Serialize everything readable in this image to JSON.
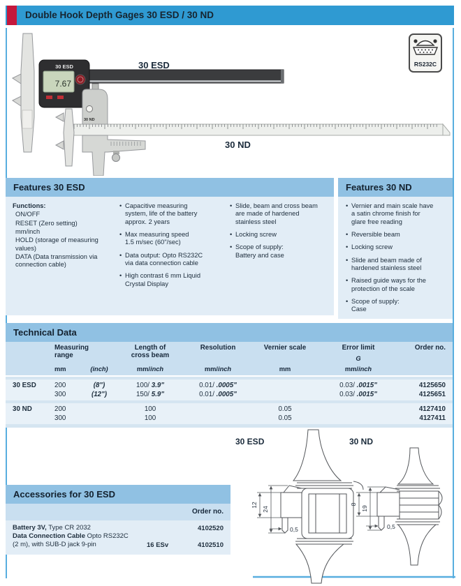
{
  "header": {
    "title": "Double Hook Depth Gages 30 ESD / 30 ND"
  },
  "colors": {
    "header_blue": "#2F9AD2",
    "accent_red": "#C4183C",
    "panel_header_blue": "#90C1E3",
    "panel_body_blue": "#E2EDF6",
    "table_header_blue": "#C9DFF0",
    "table_band_blue": "#E8F1F8",
    "table_body_blue": "#D5E5F1",
    "frame_blue": "#58AEDF",
    "lcd_green": "#C9D6BC"
  },
  "badge": {
    "label": "RS232C"
  },
  "product": {
    "esd_caption": "30 ESD",
    "nd_caption": "30 ND",
    "esd_unit_model": "30 ESD",
    "esd_lcd_value": "7.67",
    "nd_unit_model": "30 ND"
  },
  "features_esd": {
    "title": "Features 30 ESD",
    "functions_heading": "Functions:",
    "functions": [
      "ON/OFF",
      "RESET (Zero setting)",
      "mm/inch",
      "HOLD (storage of measuring\nvalues)",
      "DATA (Data transmission via\nconnection cable)"
    ],
    "col2": [
      "Capacitive measuring\nsystem, life of the battery\napprox. 2 years",
      "Max measuring speed\n1.5 m/sec (60\"/sec)",
      "Data output: Opto RS232C\nvia data connection cable",
      "High contrast 6 mm Liquid\nCrystal Display"
    ],
    "col3": [
      "Slide, beam and cross beam\nare made of hardened\nstainless steel",
      "Locking screw",
      "Scope of supply:\nBattery and case"
    ]
  },
  "features_nd": {
    "title": "Features 30 ND",
    "bullets": [
      "Vernier and main scale have\na satin chrome finish for\nglare free reading",
      "Reversible beam",
      "Locking screw",
      "Slide and beam made of\nhardened stainless steel",
      "Raised guide ways for the\nprotection of the scale",
      "Scope of supply:\nCase"
    ]
  },
  "technical": {
    "title": "Technical Data",
    "headers": {
      "measuring_l1": "Measuring",
      "measuring_l2": "range",
      "length_l1": "Length of",
      "length_l2": "cross beam",
      "resolution": "Resolution",
      "vernier": "Vernier scale",
      "error": "Error limit",
      "error_sub": "G",
      "order": "Order no.",
      "unit_mm": "mm",
      "unit_inch_paren": "(inch)",
      "unit_mm_slash": "mm/",
      "unit_inch": "inch"
    },
    "rows": [
      {
        "model": "30 ESD",
        "range_mm": "200",
        "range_inch": "(8\")",
        "len_mm": "100/",
        "len_inch": "3.9\"",
        "res_mm": "0.01/",
        "res_inch": ".0005\"",
        "vernier": "",
        "err_mm": "0.03/",
        "err_inch": ".0015\"",
        "order": "4125650"
      },
      {
        "model": "",
        "range_mm": "300",
        "range_inch": "(12\")",
        "len_mm": "150/",
        "len_inch": "5.9\"",
        "res_mm": "0.01/",
        "res_inch": ".0005\"",
        "vernier": "",
        "err_mm": "0.03/",
        "err_inch": ".0015\"",
        "order": "4125651"
      },
      {
        "model": "30 ND",
        "range_mm": "200",
        "range_inch": "",
        "len_mm": "100",
        "len_inch": "",
        "res_mm": "",
        "res_inch": "",
        "vernier": "0.05",
        "err_mm": "",
        "err_inch": "",
        "order": "4127410"
      },
      {
        "model": "",
        "range_mm": "300",
        "range_inch": "",
        "len_mm": "100",
        "len_inch": "",
        "res_mm": "",
        "res_inch": "",
        "vernier": "0.05",
        "err_mm": "",
        "err_inch": "",
        "order": "4127411"
      }
    ]
  },
  "diagrams": {
    "esd": {
      "label": "30 ESD",
      "dim_inner": "12",
      "dim_outer": "24",
      "dim_tip": "0,5"
    },
    "nd": {
      "label": "30 ND",
      "dim_inner": "8",
      "dim_outer": "19",
      "dim_tip": "0,5"
    }
  },
  "accessories": {
    "title": "Accessories for 30 ESD",
    "order_col": "Order no.",
    "items": [
      {
        "name_bold": "Battery 3V,",
        "name_rest": " Type CR 2032",
        "detail": "",
        "code": "",
        "order": "4102520"
      },
      {
        "name_bold": "Data Connection Cable",
        "name_rest": " Opto RS232C",
        "detail": "(2 m), with SUB-D jack 9-pin",
        "code": "16 ESv",
        "order": "4102510"
      }
    ]
  }
}
